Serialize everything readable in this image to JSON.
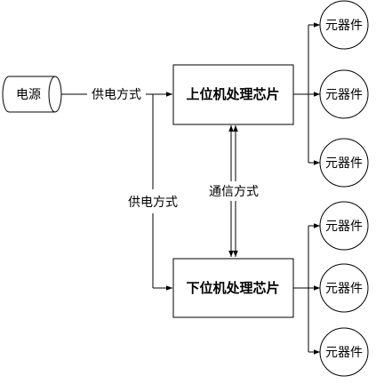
{
  "diagram": {
    "power_source": {
      "label": "电源"
    },
    "supply_label_top": "供电方式",
    "supply_label_left": "供电方式",
    "comm_label": "通信方式",
    "upper_chip": {
      "label": "上位机处理芯片"
    },
    "lower_chip": {
      "label": "下位机处理芯片"
    },
    "upper_components": [
      {
        "label": "元器件"
      },
      {
        "label": "元器件"
      },
      {
        "label": "元器件"
      }
    ],
    "lower_components": [
      {
        "label": "元器件"
      },
      {
        "label": "元器件"
      },
      {
        "label": "元器件"
      }
    ]
  }
}
